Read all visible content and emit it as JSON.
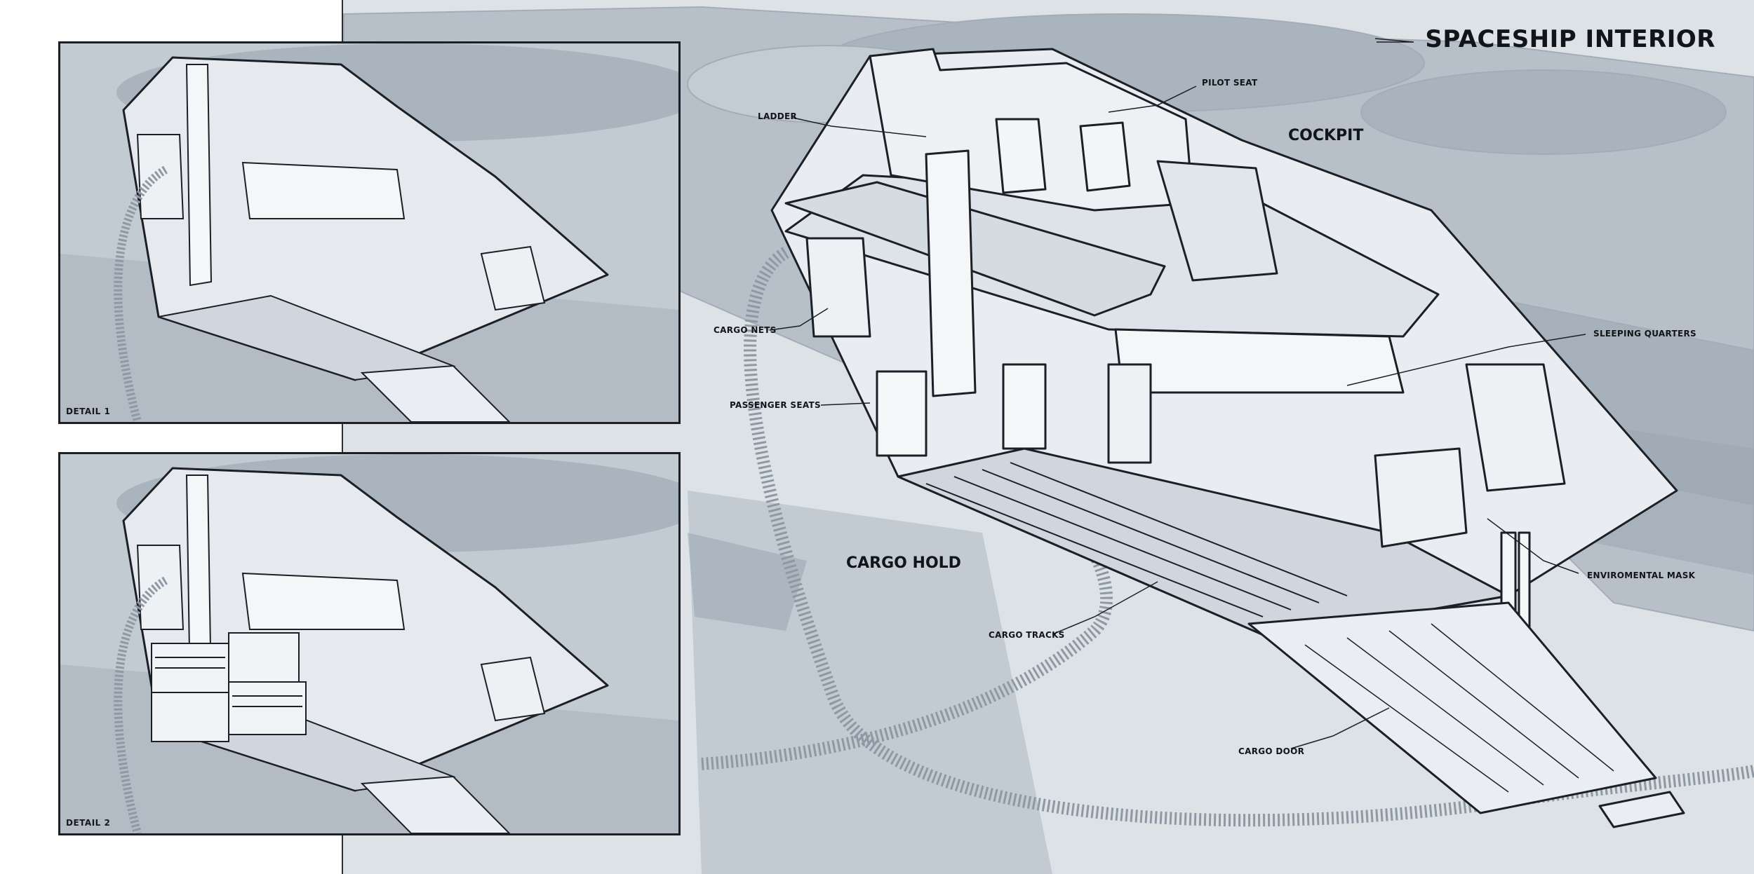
{
  "title": "SPACESHIP INTERIOR",
  "zones": {
    "cockpit": "COCKPIT",
    "cargo_hold": "CARGO HOLD"
  },
  "callouts": {
    "pilot_seat": "PILOT SEAT",
    "ladder": "LADDER",
    "cargo_nets": "CARGO NETS",
    "passenger_seats": "PASSENGER SEATS",
    "sleeping_quarters": "SLEEPING QUARTERS",
    "enviromental_mask": "ENVIROMENTAL MASK",
    "cargo_tracks": "CARGO TRACKS",
    "cargo_door": "CARGO DOOR"
  },
  "details": [
    {
      "caption": "DETAIL 1"
    },
    {
      "caption": "DETAIL 2"
    }
  ],
  "colors": {
    "background": "#dde2e7",
    "ship_fill": "#b7c0c9",
    "ship_shadow": "#9aa5b0",
    "interior_fill": "#e9edf1",
    "linework": "#1c2026"
  }
}
